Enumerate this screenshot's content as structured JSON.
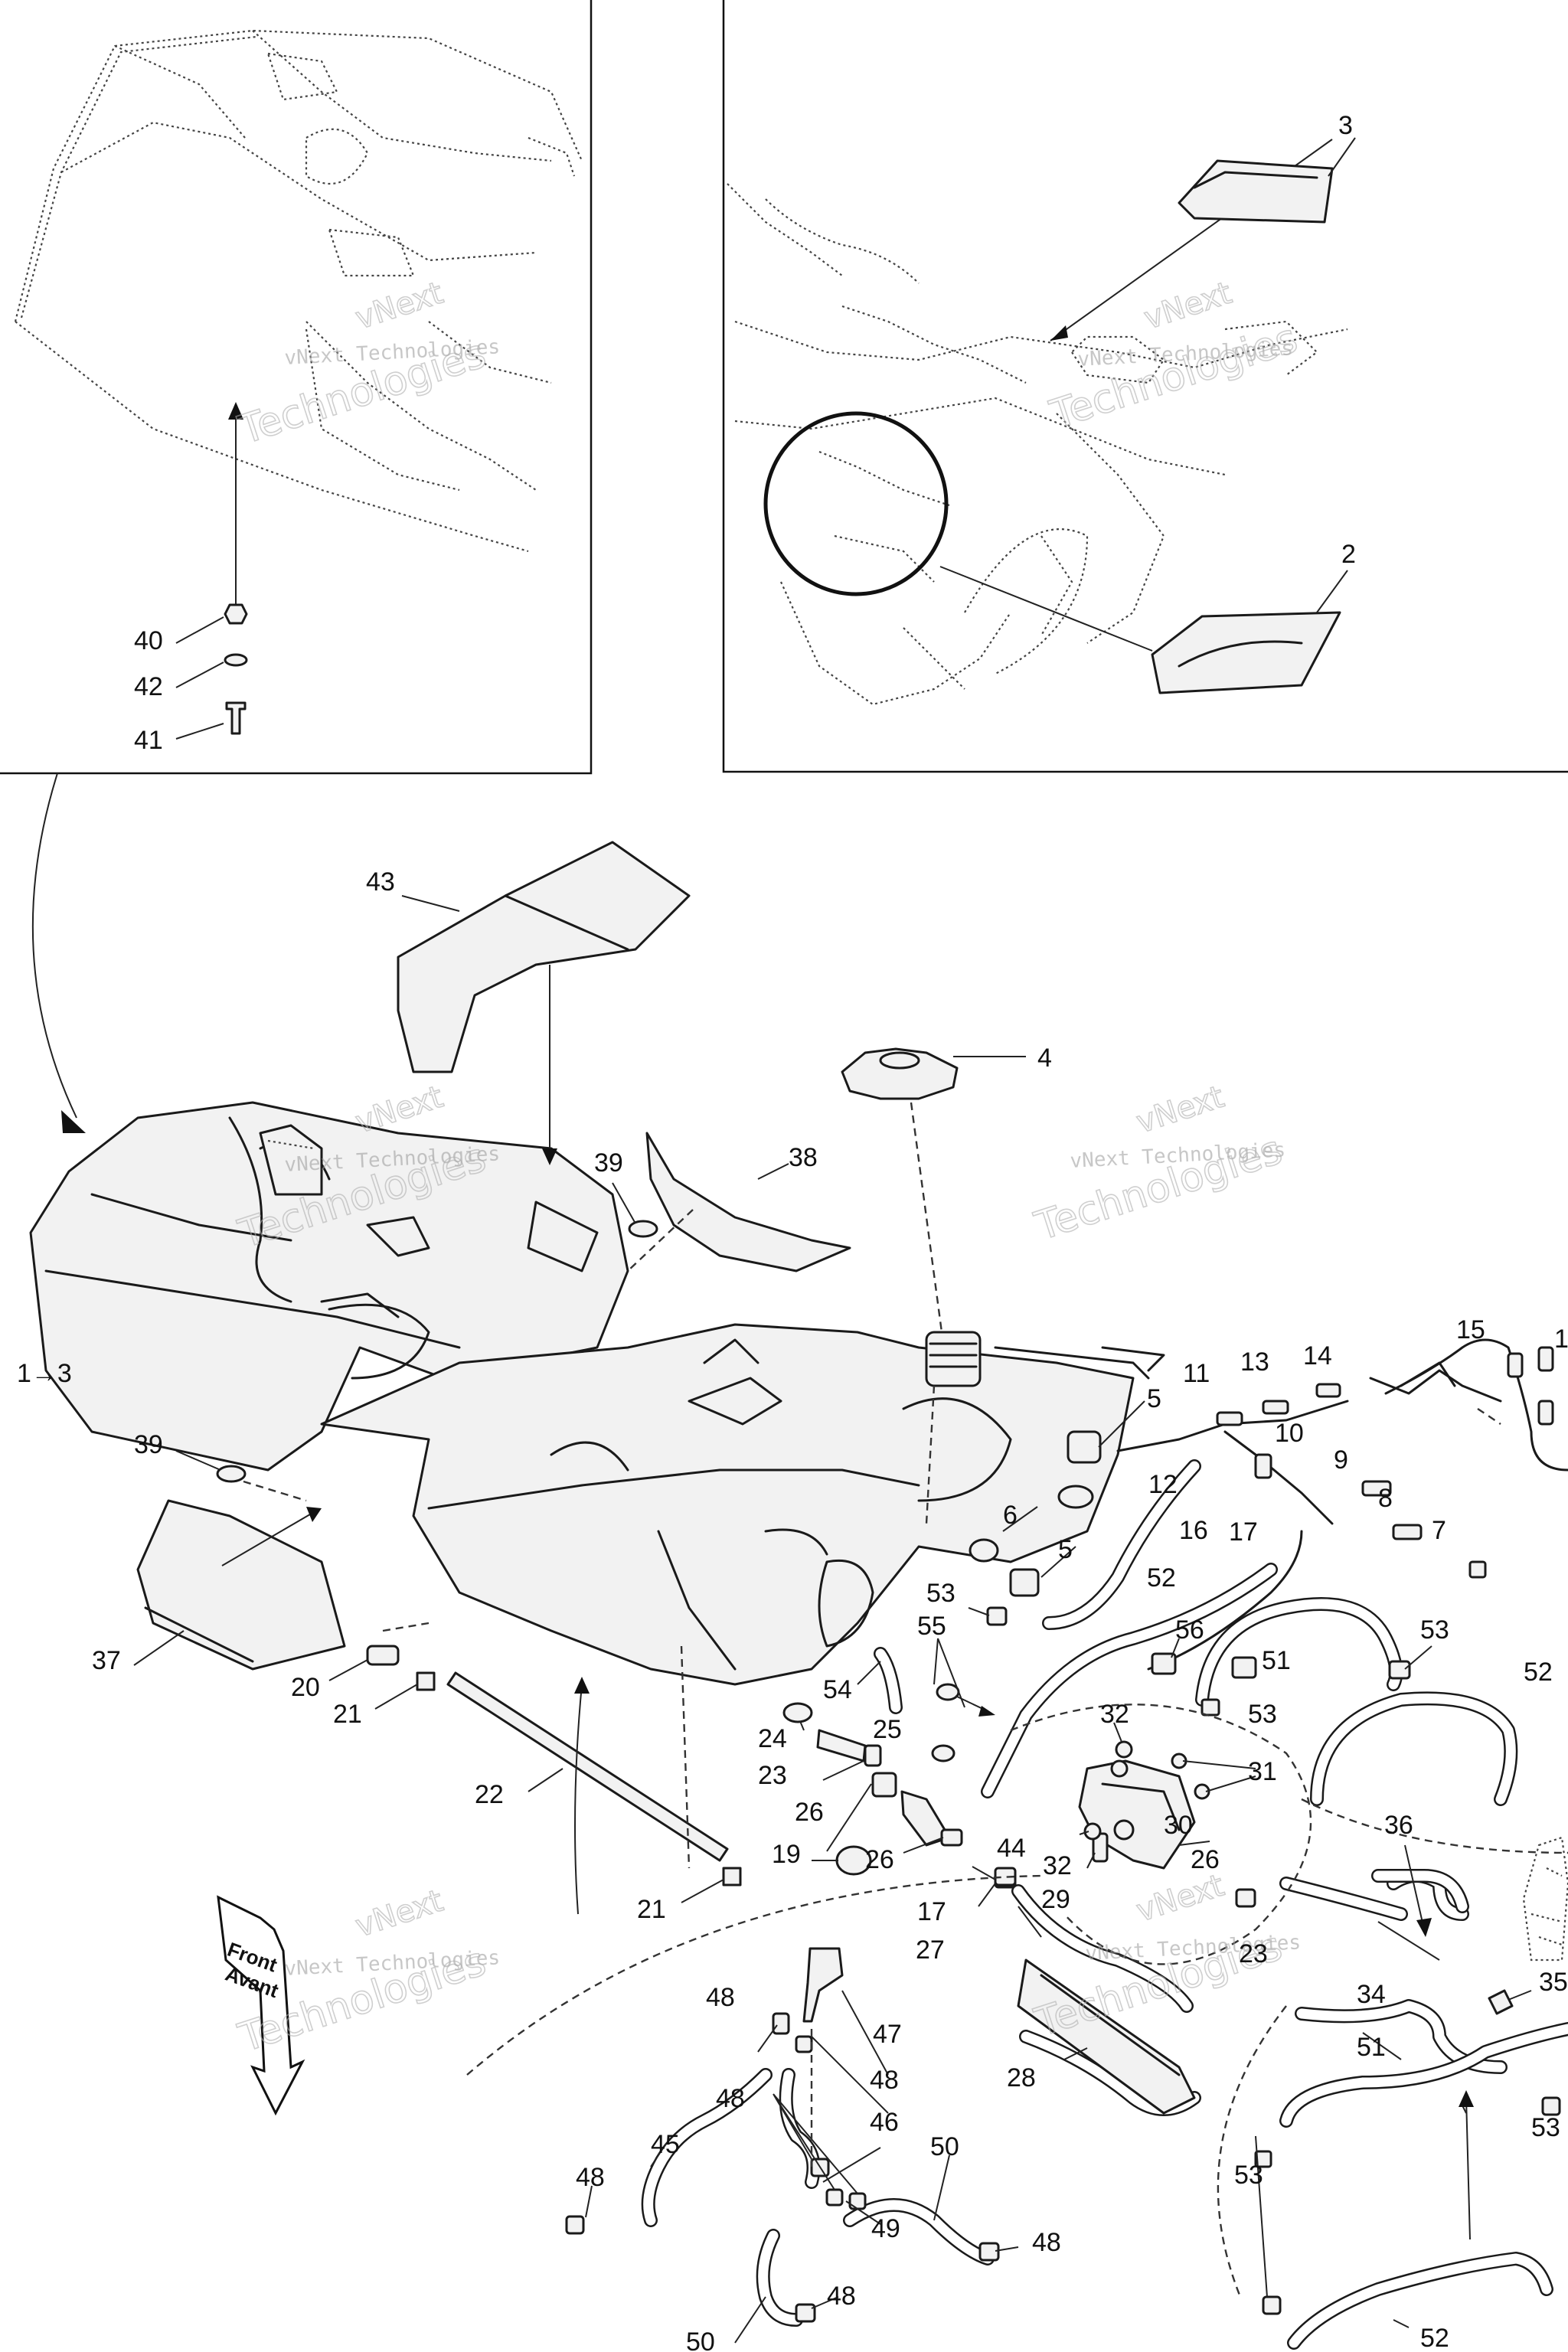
{
  "watermark": {
    "line1": "vNext Technologies",
    "line2": "vNext",
    "line3": "Technologies"
  },
  "front_arrow": {
    "line1": "Front",
    "line2": "Avant"
  },
  "callouts": {
    "c1to3": "1→3",
    "c2": "2",
    "c3": "3",
    "c4": "4",
    "c5a": "5",
    "c5b": "5",
    "c6": "6",
    "c7": "7",
    "c8": "8",
    "c9": "9",
    "c10": "10",
    "c11": "11",
    "c12": "12",
    "c13": "13",
    "c14": "14",
    "c15": "15",
    "c16": "16",
    "c17a": "17",
    "c17b": "17",
    "c19": "19",
    "c20": "20",
    "c21a": "21",
    "c21b": "21",
    "c22": "22",
    "c23a": "23",
    "c23b": "23",
    "c24": "24",
    "c25": "25",
    "c26a": "26",
    "c26b": "26",
    "c26c": "26",
    "c27": "27",
    "c28": "28",
    "c29": "29",
    "c30": "30",
    "c31": "31",
    "c32a": "32",
    "c32b": "32",
    "c34": "34",
    "c35": "35",
    "c36": "36",
    "c37": "37",
    "c38": "38",
    "c39a": "39",
    "c39b": "39",
    "c40": "40",
    "c41": "41",
    "c42": "42",
    "c43": "43",
    "c44": "44",
    "c45": "45",
    "c46": "46",
    "c47": "47",
    "c48a": "48",
    "c48b": "48",
    "c48c": "48",
    "c48d": "48",
    "c48e": "48",
    "c48f": "48",
    "c49": "49",
    "c50a": "50",
    "c50b": "50",
    "c51a": "51",
    "c51b": "51",
    "c52a": "52",
    "c52b": "52",
    "c52c": "52",
    "c53a": "53",
    "c53b": "53",
    "c53c": "53",
    "c53d": "53",
    "c53e": "53",
    "c54": "54",
    "c55": "55",
    "c56": "56",
    "c1edge": "1"
  }
}
